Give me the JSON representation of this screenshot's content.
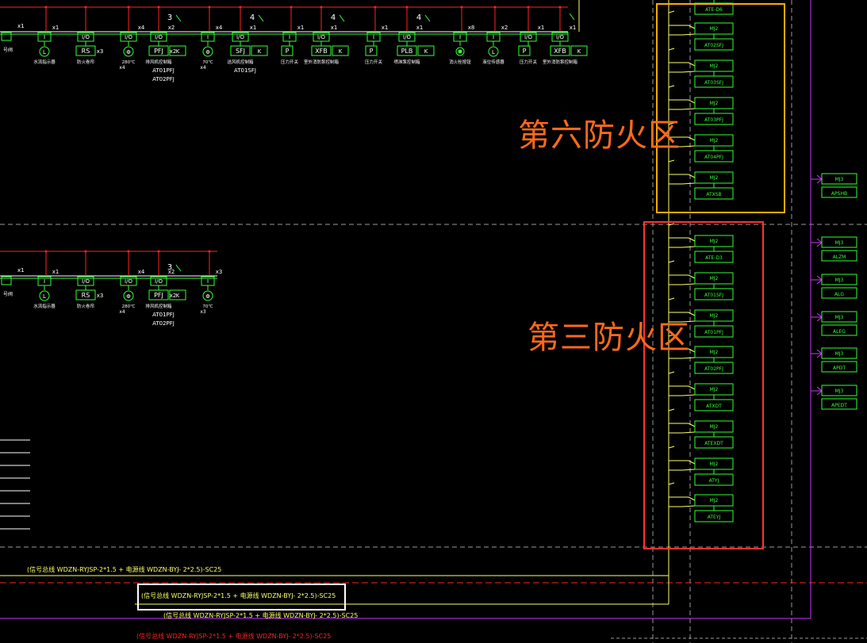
{
  "colors": {
    "bg": "#000000",
    "green": "#33ff33",
    "yellow": "#ffff66",
    "red": "#ff2222",
    "magenta": "#cc33ff",
    "orange": "#ff6a1a",
    "white": "#ffffff",
    "gray": "#9a9a9a",
    "frameOrange": "#ffaa00",
    "frameRed": "#ff3333"
  },
  "zones": {
    "zone6": "第六防火区",
    "zone3": "第三防火区"
  },
  "ateDevices": {
    "zone6": [
      {
        "top": "",
        "bottom": "ATE-D6"
      },
      {
        "top": "MJ2",
        "bottom": "AT02SFJ"
      },
      {
        "top": "MJ2",
        "bottom": "AT03SFJ"
      },
      {
        "top": "MJ2",
        "bottom": "AT03PFJ"
      },
      {
        "top": "MJ2",
        "bottom": "AT04PFJ"
      },
      {
        "top": "MJ2",
        "bottom": "ATXSB"
      }
    ],
    "zone3": [
      {
        "top": "MJ2",
        "bottom": "ATE-D3"
      },
      {
        "top": "MJ2",
        "bottom": "AT01SFJ"
      },
      {
        "top": "MJ2",
        "bottom": "AT01PFJ"
      },
      {
        "top": "MJ2",
        "bottom": "AT02PFJ"
      },
      {
        "top": "MJ2",
        "bottom": "ATXDT"
      },
      {
        "top": "MJ2",
        "bottom": "ATEXDT"
      },
      {
        "top": "MJ2",
        "bottom": "ATYJ"
      },
      {
        "top": "MJ2",
        "bottom": "ATEYJ"
      }
    ]
  },
  "rightDevices": [
    {
      "top": "MJ3",
      "bottom": "APSHB"
    },
    {
      "top": "MJ3",
      "bottom": "ALZM"
    },
    {
      "top": "MJ3",
      "bottom": "ALG"
    },
    {
      "top": "MJ3",
      "bottom": "ALEG"
    },
    {
      "top": "MJ3",
      "bottom": "APDT"
    },
    {
      "top": "MJ3",
      "bottom": "APEDT"
    }
  ],
  "row1": {
    "modules": [
      {
        "box": "I",
        "mult": "x1",
        "sym": "L",
        "symLabel": "水流指示器"
      },
      {
        "box": "I/O",
        "mult": "",
        "sym": "RS",
        "symLabel": "防火卷帘",
        "symMult": "x3"
      },
      {
        "box": "I/O",
        "mult": "x4",
        "sym": "Φ",
        "symLabel": "280℃",
        "extra": "x4"
      },
      {
        "box": "I/O",
        "mult": "x2",
        "sym": "PFJ",
        "symLabel": "排风机控制箱",
        "k": "K",
        "symMult": "x2",
        "notes": [
          "AT01PFJ",
          "AT02PFJ"
        ]
      },
      {
        "box": "I",
        "mult": "x4",
        "sym": "Φ",
        "symLabel": "70℃",
        "extra": "x4"
      },
      {
        "box": "I/O",
        "mult": "x1",
        "sym": "SFJ",
        "symLabel": "送风机控制箱",
        "k": "K",
        "notes": [
          "AT01SFJ"
        ]
      },
      {
        "box": "I",
        "mult": "x1",
        "sym": "P",
        "symLabel": "压力开关"
      },
      {
        "box": "I/O",
        "mult": "x1",
        "sym": "XFB",
        "symLabel": "室外消防泵控制箱",
        "k": "K"
      },
      {
        "box": "I",
        "mult": "x1",
        "sym": "P",
        "symLabel": "压力开关"
      },
      {
        "box": "I/O",
        "mult": "x1",
        "sym": "PLB",
        "symLabel": "喷淋泵控制箱",
        "k": "K"
      },
      {
        "box": "I",
        "mult": "x8",
        "sym": "●",
        "symLabel": "消火栓按钮"
      },
      {
        "box": "I",
        "mult": "x2",
        "sym": "L",
        "symLabel": "液位传感器"
      },
      {
        "box": "I/O",
        "mult": "x1",
        "sym": "P",
        "symLabel": "压力开关"
      },
      {
        "box": "I/O",
        "mult": "x1",
        "sym": "XFB",
        "symLabel": "室外消防泵控制箱",
        "k": "K"
      }
    ],
    "numbers": [
      "3",
      "4",
      "4",
      "4"
    ],
    "leftLabel": "号阀",
    "leftMult": "x1"
  },
  "row2": {
    "modules": [
      {
        "box": "I",
        "mult": "x1",
        "sym": "L",
        "symLabel": "水流指示器"
      },
      {
        "box": "I/O",
        "mult": "",
        "sym": "RS",
        "symLabel": "防火卷帘",
        "symMult": "x3"
      },
      {
        "box": "I/O",
        "mult": "x4",
        "sym": "Φ",
        "symLabel": "280℃",
        "extra": "x4"
      },
      {
        "box": "I/O",
        "mult": "x2",
        "sym": "PFJ",
        "symLabel": "排风机控制箱",
        "k": "K",
        "symMult": "x2",
        "notes": [
          "AT01PFJ",
          "AT02PFJ"
        ]
      },
      {
        "box": "I",
        "mult": "x3",
        "sym": "Φ",
        "symLabel": "70℃",
        "extra": "x3"
      }
    ],
    "numbers": [
      "3"
    ],
    "leftLabel": "号阀",
    "leftMult": "x1"
  },
  "cables": [
    "(信号总线 WDZN-RYJSP-2*1.5 + 电源线 WDZN-BYJ- 2*2.5)-SC25",
    "(信号总线 WDZN-RYJSP-2*1.5 + 电源线 WDZN-BYJ- 2*2.5)-SC25",
    "(信号总线 WDZN-RYJSP-2*1.5 + 电源线 WDZN-BYJ- 2*2.5)-SC25",
    "(信号总线 WDZN-RYJSP-2*1.5 + 电源线 WDZN-BYJ- 2*2.5)-SC25"
  ]
}
